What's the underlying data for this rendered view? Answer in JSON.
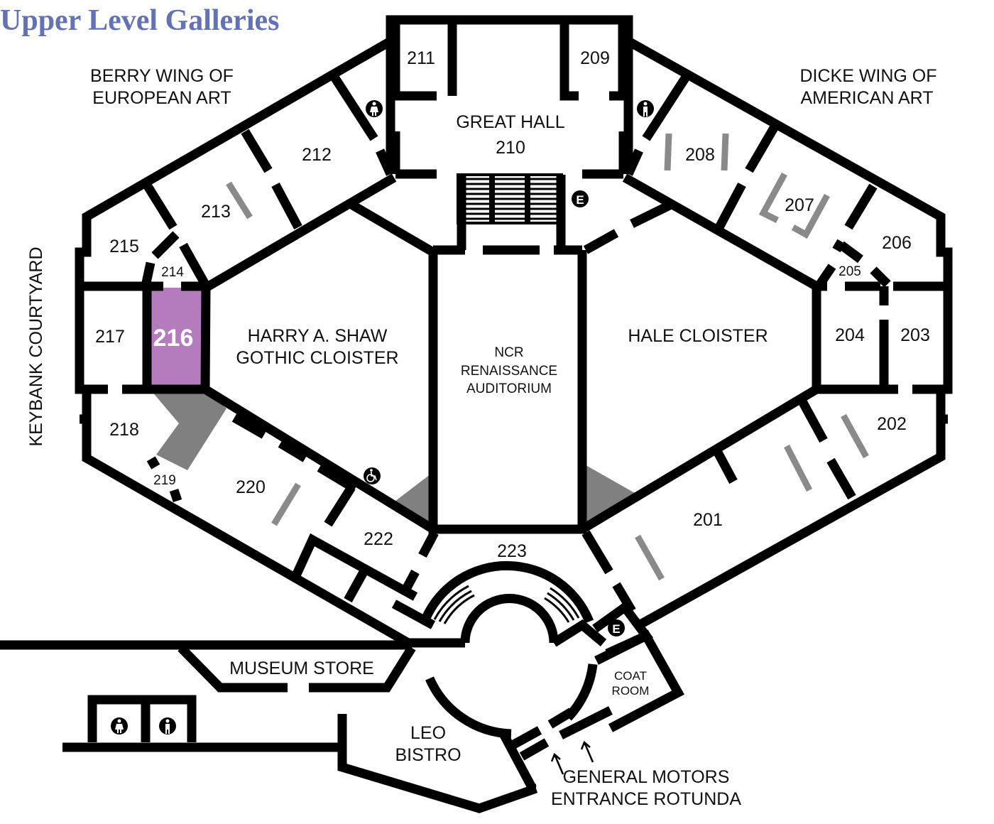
{
  "title": "Upper Level Galleries",
  "colors": {
    "title": "#6372b5",
    "highlight": "#b57cbd",
    "wall": "#000000",
    "partition": "#8a8a8a",
    "shade": "#808080"
  },
  "highlighted_room": "216",
  "wings": {
    "berry": [
      "BERRY WING OF",
      "EUROPEAN ART"
    ],
    "dicke": [
      "DICKE WING OF",
      "AMERICAN ART"
    ]
  },
  "courtyard": "KEYBANK COURTYARD",
  "halls": {
    "great_hall": [
      "GREAT HALL",
      "210"
    ],
    "shaw": [
      "HARRY A. SHAW",
      "GOTHIC CLOISTER"
    ],
    "hale": "HALE CLOISTER",
    "auditorium": [
      "NCR",
      "RENAISSANCE",
      "AUDITORIUM"
    ],
    "museum_store": "MUSEUM STORE",
    "bistro": [
      "LEO",
      "BISTRO"
    ],
    "coat_room": [
      "COAT",
      "ROOM"
    ],
    "entrance": [
      "GENERAL MOTORS",
      "ENTRANCE ROTUNDA"
    ]
  },
  "rooms": {
    "r201": "201",
    "r202": "202",
    "r203": "203",
    "r204": "204",
    "r205": "205",
    "r206": "206",
    "r207": "207",
    "r208": "208",
    "r209": "209",
    "r211": "211",
    "r212": "212",
    "r213": "213",
    "r214": "214",
    "r215": "215",
    "r216": "216",
    "r217": "217",
    "r218": "218",
    "r219": "219",
    "r220": "220",
    "r222": "222",
    "r223": "223"
  },
  "icons": {
    "elevator": "E",
    "restroom_women": "restroom-women-icon",
    "restroom_men": "restroom-men-icon",
    "accessible": "wheelchair-icon"
  }
}
